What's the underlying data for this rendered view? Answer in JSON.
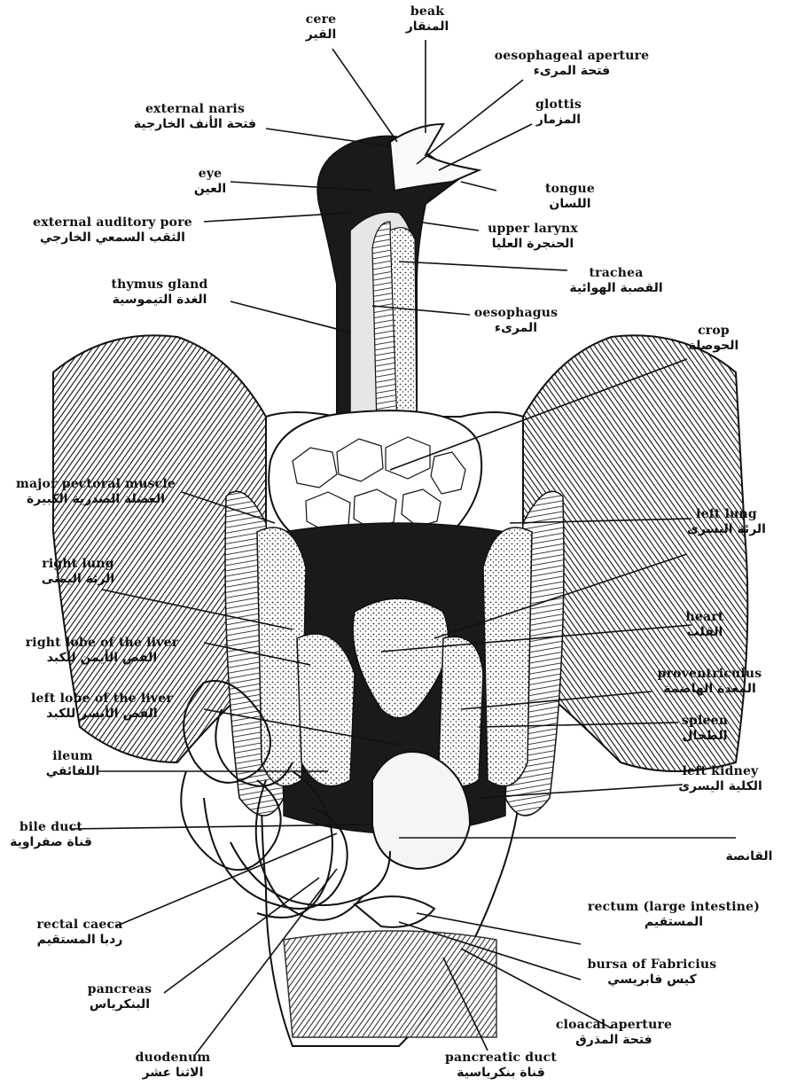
{
  "labels": {
    "cere": {
      "en": "cere",
      "ar": "القير"
    },
    "beak": {
      "en": "beak",
      "ar": "المنقار"
    },
    "oesophageal_aperture": {
      "en": "oesophageal aperture",
      "ar": "فتحة المرىء"
    },
    "glottis": {
      "en": "glottis",
      "ar": "المزمار"
    },
    "external_naris": {
      "en": "external naris",
      "ar": "فتحة الأنف الخارجية"
    },
    "eye": {
      "en": "eye",
      "ar": "العين"
    },
    "tongue": {
      "en": "tongue",
      "ar": "اللسان"
    },
    "external_auditory_pore": {
      "en": "external auditory pore",
      "ar": "الثقب السمعي الخارجي"
    },
    "upper_larynx": {
      "en": "upper larynx",
      "ar": "الحنجرة العليا"
    },
    "trachea": {
      "en": "trachea",
      "ar": "القصبة الهوائية"
    },
    "thymus_gland": {
      "en": "thymus gland",
      "ar": "الغدة التيموسية"
    },
    "oesophagus": {
      "en": "oesophagus",
      "ar": "المرىء"
    },
    "crop": {
      "en": "crop",
      "ar": "الحوصلة"
    },
    "major_pectoral_muscle": {
      "en": "major pectoral muscle",
      "ar": "العضلة الصدرية الكبيرة"
    },
    "left_lung": {
      "en": "left lung",
      "ar": "الرئة اليسرى"
    },
    "right_lung": {
      "en": "right lung",
      "ar": "الرئة اليمنى"
    },
    "heart": {
      "en": "heart",
      "ar": "القلب"
    },
    "right_lobe_liver": {
      "en": "right lobe of the liver",
      "ar": "الفص الأيمن للكبد"
    },
    "proventriculus": {
      "en": "proventriculus",
      "ar": "المعدة الهاضمة"
    },
    "left_lobe_liver": {
      "en": "left lobe of the liver",
      "ar": "الفص الأيسر للكبد"
    },
    "spleen": {
      "en": "spleen",
      "ar": "الطحال"
    },
    "ileum": {
      "en": "ileum",
      "ar": "اللفائفي"
    },
    "left_kidney": {
      "en": "left kidney",
      "ar": "الكلية اليسرى"
    },
    "bile_duct": {
      "en": "bile duct",
      "ar": "قناة صفراوية"
    },
    "gizzard": {
      "en": "",
      "ar": "القانصة"
    },
    "rectal_caeca": {
      "en": "rectal caeca",
      "ar": "ردبا المستقيم"
    },
    "rectum": {
      "en": "rectum (large intestine)",
      "ar": "المستقيم"
    },
    "bursa": {
      "en": "bursa of Fabricius",
      "ar": "كيس فابريسي"
    },
    "pancreas": {
      "en": "pancreas",
      "ar": "البنكرياس"
    },
    "cloacal_aperture": {
      "en": "cloacal aperture",
      "ar": "فتحة المذرق"
    },
    "duodenum": {
      "en": "duodenum",
      "ar": "الاثنا عشر"
    },
    "pancreatic_duct": {
      "en": "pancreatic duct",
      "ar": "قناة بنكرياسية"
    }
  },
  "colors": {
    "ink": "#111111",
    "paper": "#ffffff",
    "shade": "#d9d9d9",
    "dark": "#1a1a1a"
  }
}
